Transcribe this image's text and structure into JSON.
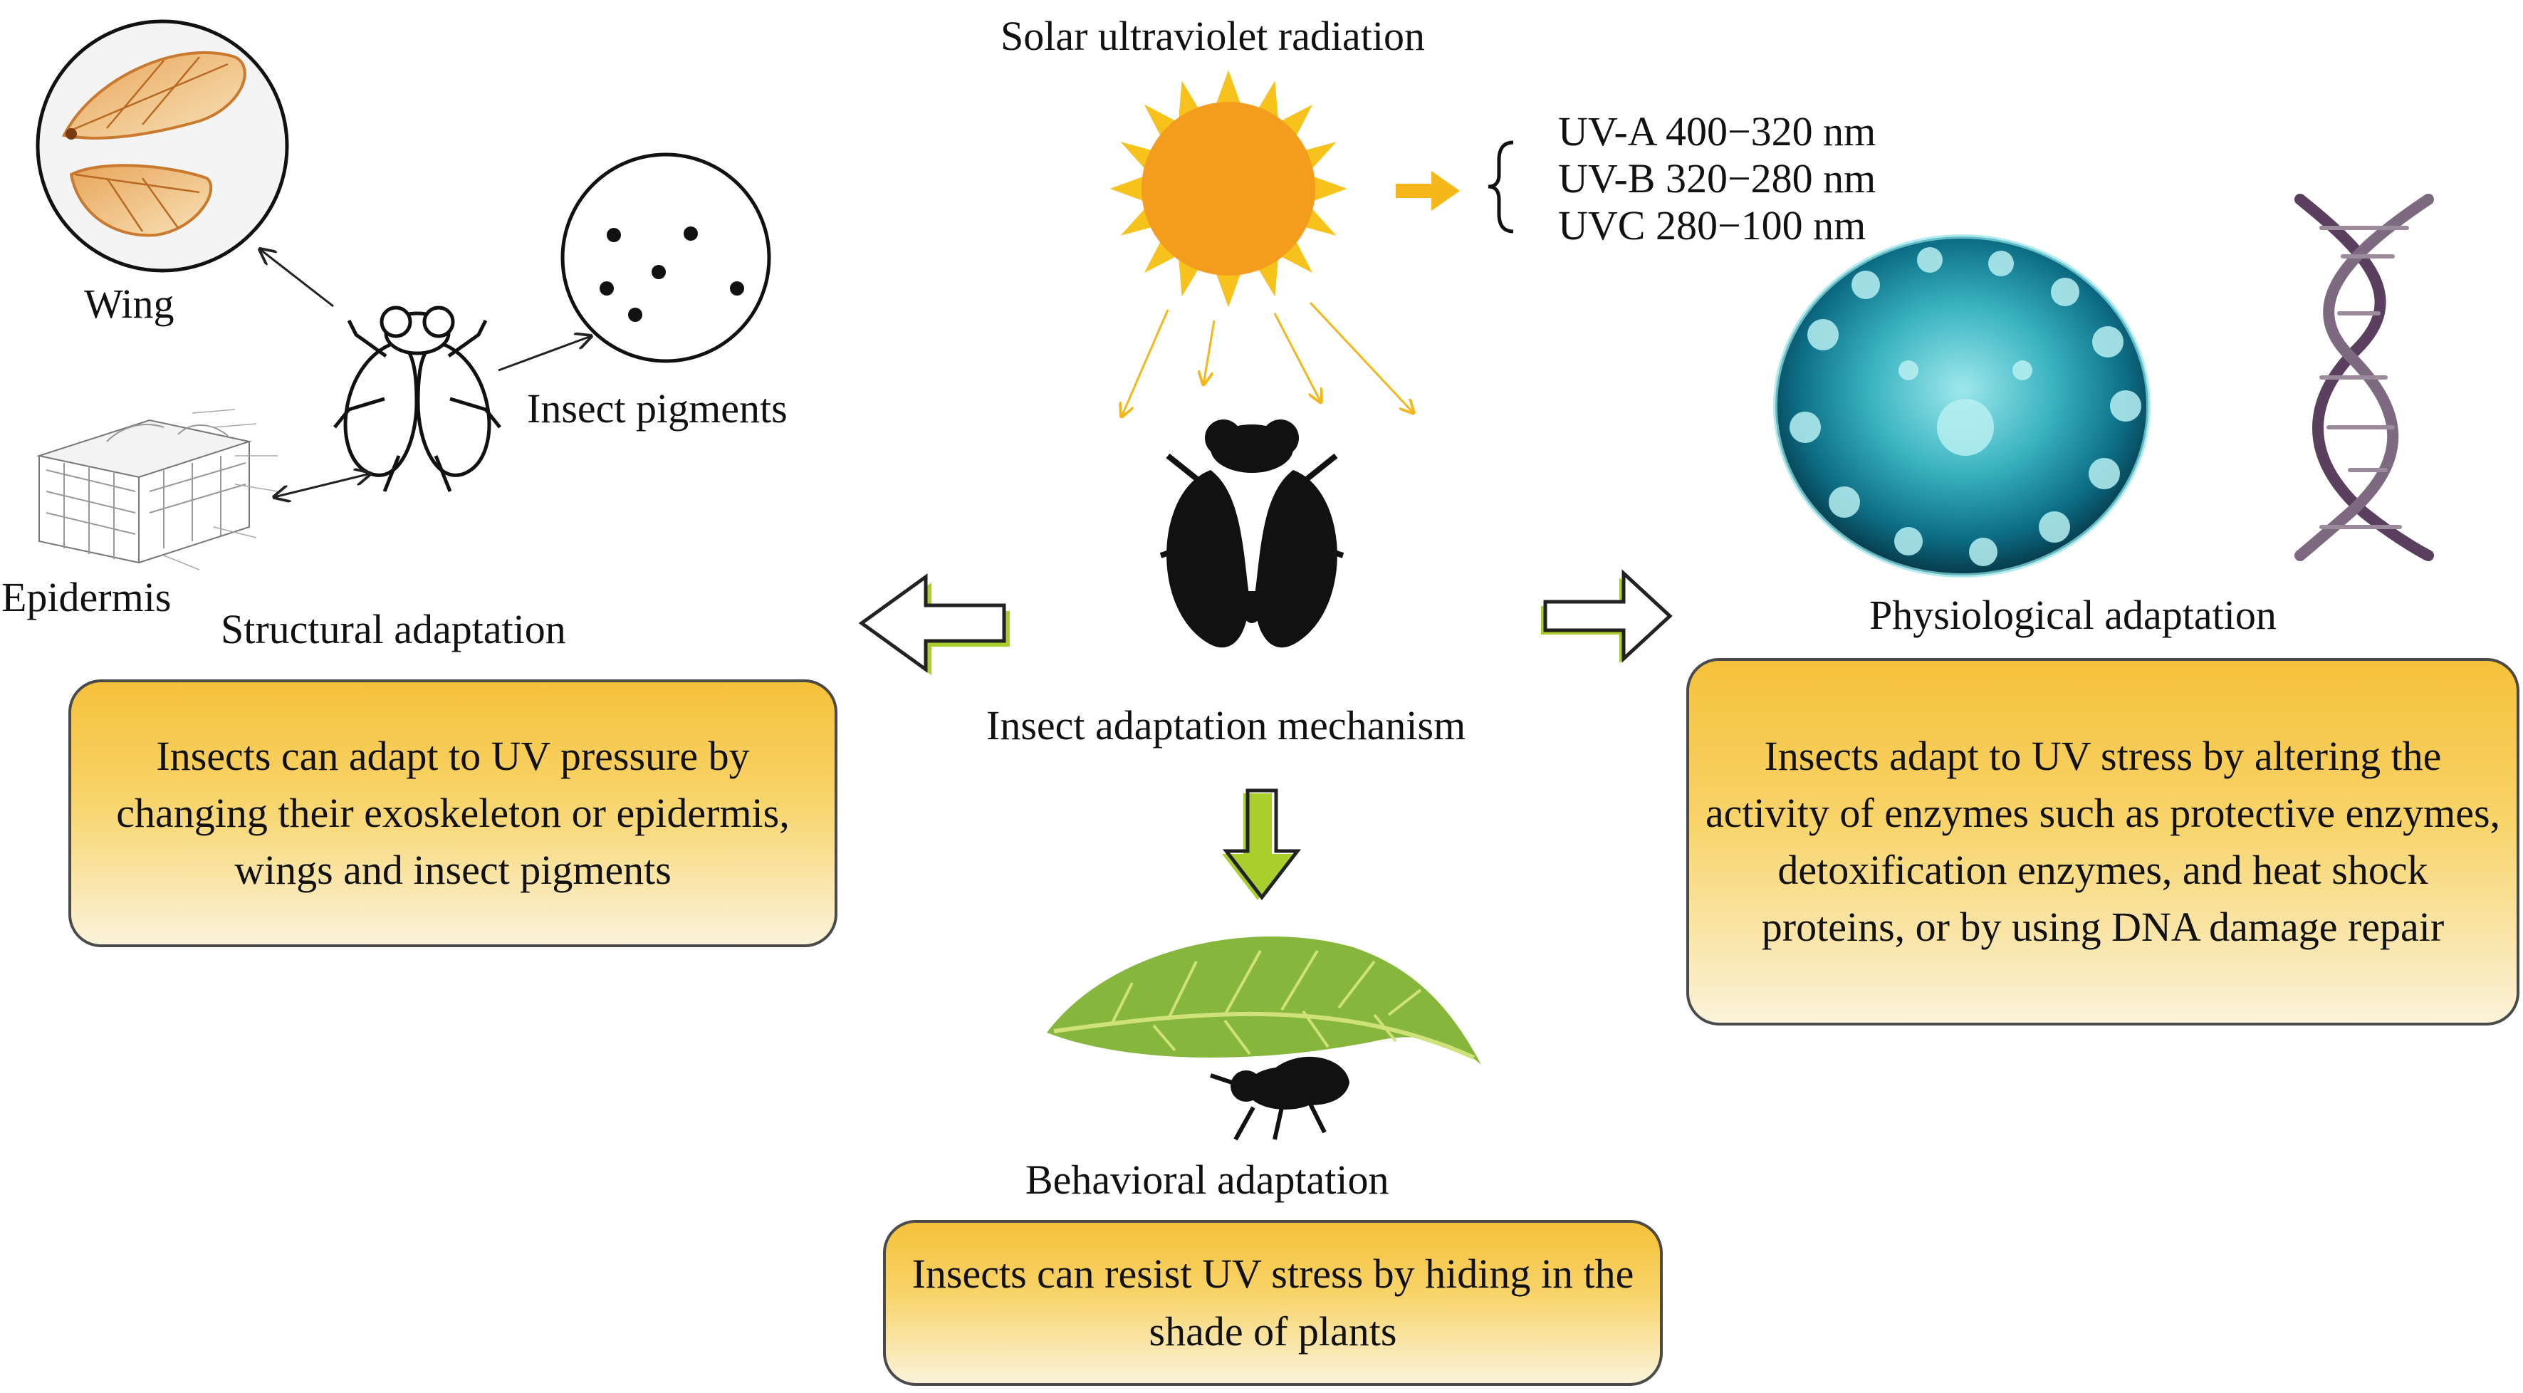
{
  "source": {
    "title": "Solar ultraviolet radiation"
  },
  "uv_bands": [
    {
      "label": "UV-A 400−320 nm"
    },
    {
      "label": "UV-B 320−280 nm"
    },
    {
      "label": "UVC 280−100 nm"
    }
  ],
  "center": {
    "label": "Insect adaptation mechanism"
  },
  "structural": {
    "title": "Structural adaptation",
    "wing_label": "Wing",
    "epidermis_label": "Epidermis",
    "pigments_label": "Insect pigments",
    "description": "Insects can adapt to UV pressure by changing their exoskeleton or epidermis, wings and insect pigments"
  },
  "physiological": {
    "title": "Physiological adaptation",
    "description": "Insects adapt to UV stress by altering the activity of enzymes such as protective enzymes, detoxification enzymes, and heat shock proteins, or by using DNA damage repair"
  },
  "behavioral": {
    "title": "Behavioral adaptation",
    "description": "Insects can resist UV stress by hiding in the shade of plants"
  },
  "colors": {
    "sun": "#f39c1e",
    "sun_rays": "#f7c21c",
    "arrow_green": "#a8cf2a",
    "box_top": "#f5c13a",
    "box_bottom": "#fbf3da",
    "leaf": "#8dbb3f",
    "cell": "#4fc6cf",
    "dna": "#6b4e6b"
  },
  "icons": [
    "sun-icon",
    "fly-icon",
    "leaf-icon",
    "cell-icon",
    "dna-icon",
    "wing-icon",
    "epidermis-icon",
    "pigment-icon"
  ]
}
